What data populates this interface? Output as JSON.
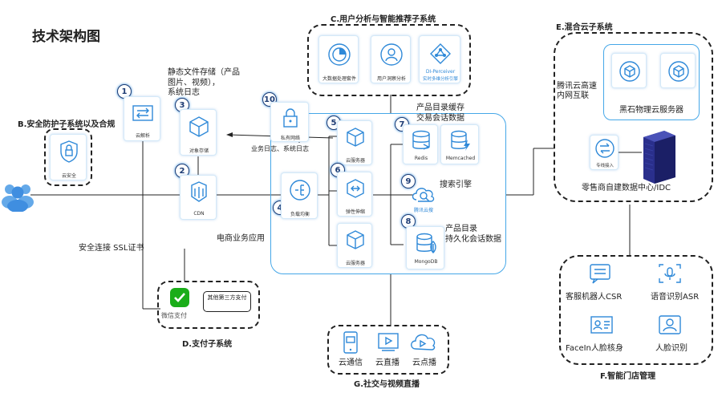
{
  "title": "技术架构图",
  "sections": {
    "B": "B.安全防护子系统以及合规",
    "C": "C.用户分析与智能推荐子系统",
    "D": "D.支付子系统",
    "E": "E.混合云子系统",
    "F": "F.智能门店管理",
    "G": "G.社交与视频直播"
  },
  "steps": [
    "1",
    "2",
    "3",
    "4",
    "5",
    "6",
    "7",
    "8",
    "9",
    "10"
  ],
  "nodes": {
    "cloud_dns": "云解析",
    "object_storage": "对象存储",
    "cdn": "CDN",
    "cloud_security": "云安全",
    "private_network": "私有网络",
    "cloud_server_top": "云服务器",
    "elastic_scaling": "弹性伸缩",
    "cloud_server_bottom": "云服务器",
    "load_balance": "负载均衡",
    "redis": "Redis",
    "memcached": "Memcached",
    "tencent_search": "腾讯云搜",
    "mongodb": "MongoDB",
    "bigdata": "大数据处理套件",
    "user_insight": "用户洞察分析",
    "di_perceiver_1": "DI-Perceiver",
    "di_perceiver_2": "实时多维分析引擎",
    "wechat_pay": "微信支付",
    "third_pay": "其他第三方支付",
    "dedicated_line": "专线接入",
    "cloud_im": "云通信",
    "live": "云直播",
    "vod": "云点播",
    "csr": "客服机器人CSR",
    "asr": "语音识别ASR",
    "facein": "FaceIn人脸核身",
    "face_recog": "人脸识别"
  },
  "annotations": {
    "static_storage_1": "静态文件存储（产品",
    "static_storage_2": "图片、视频），",
    "static_storage_3": "系统日志",
    "biz_logs": "业务日志、系统日志",
    "cache_1": "产品目录缓存",
    "cache_2": "交易会话数据",
    "search_engine": "搜索引擎",
    "catalog_1": "产品目录",
    "catalog_2": "持久化会话数据",
    "ecommerce_app": "电商业务应用",
    "ssl": "安全连接 SSL证书",
    "intranet_1": "腾讯云高速",
    "intranet_2": "内网互联",
    "blackstone": "黑石物理云服务器",
    "idc": "零售商自建数据中心/IDC"
  },
  "colors": {
    "accent": "#2f89d8",
    "line": "#222222",
    "frame": "#45a7e8",
    "badge": "#1e3c74"
  }
}
